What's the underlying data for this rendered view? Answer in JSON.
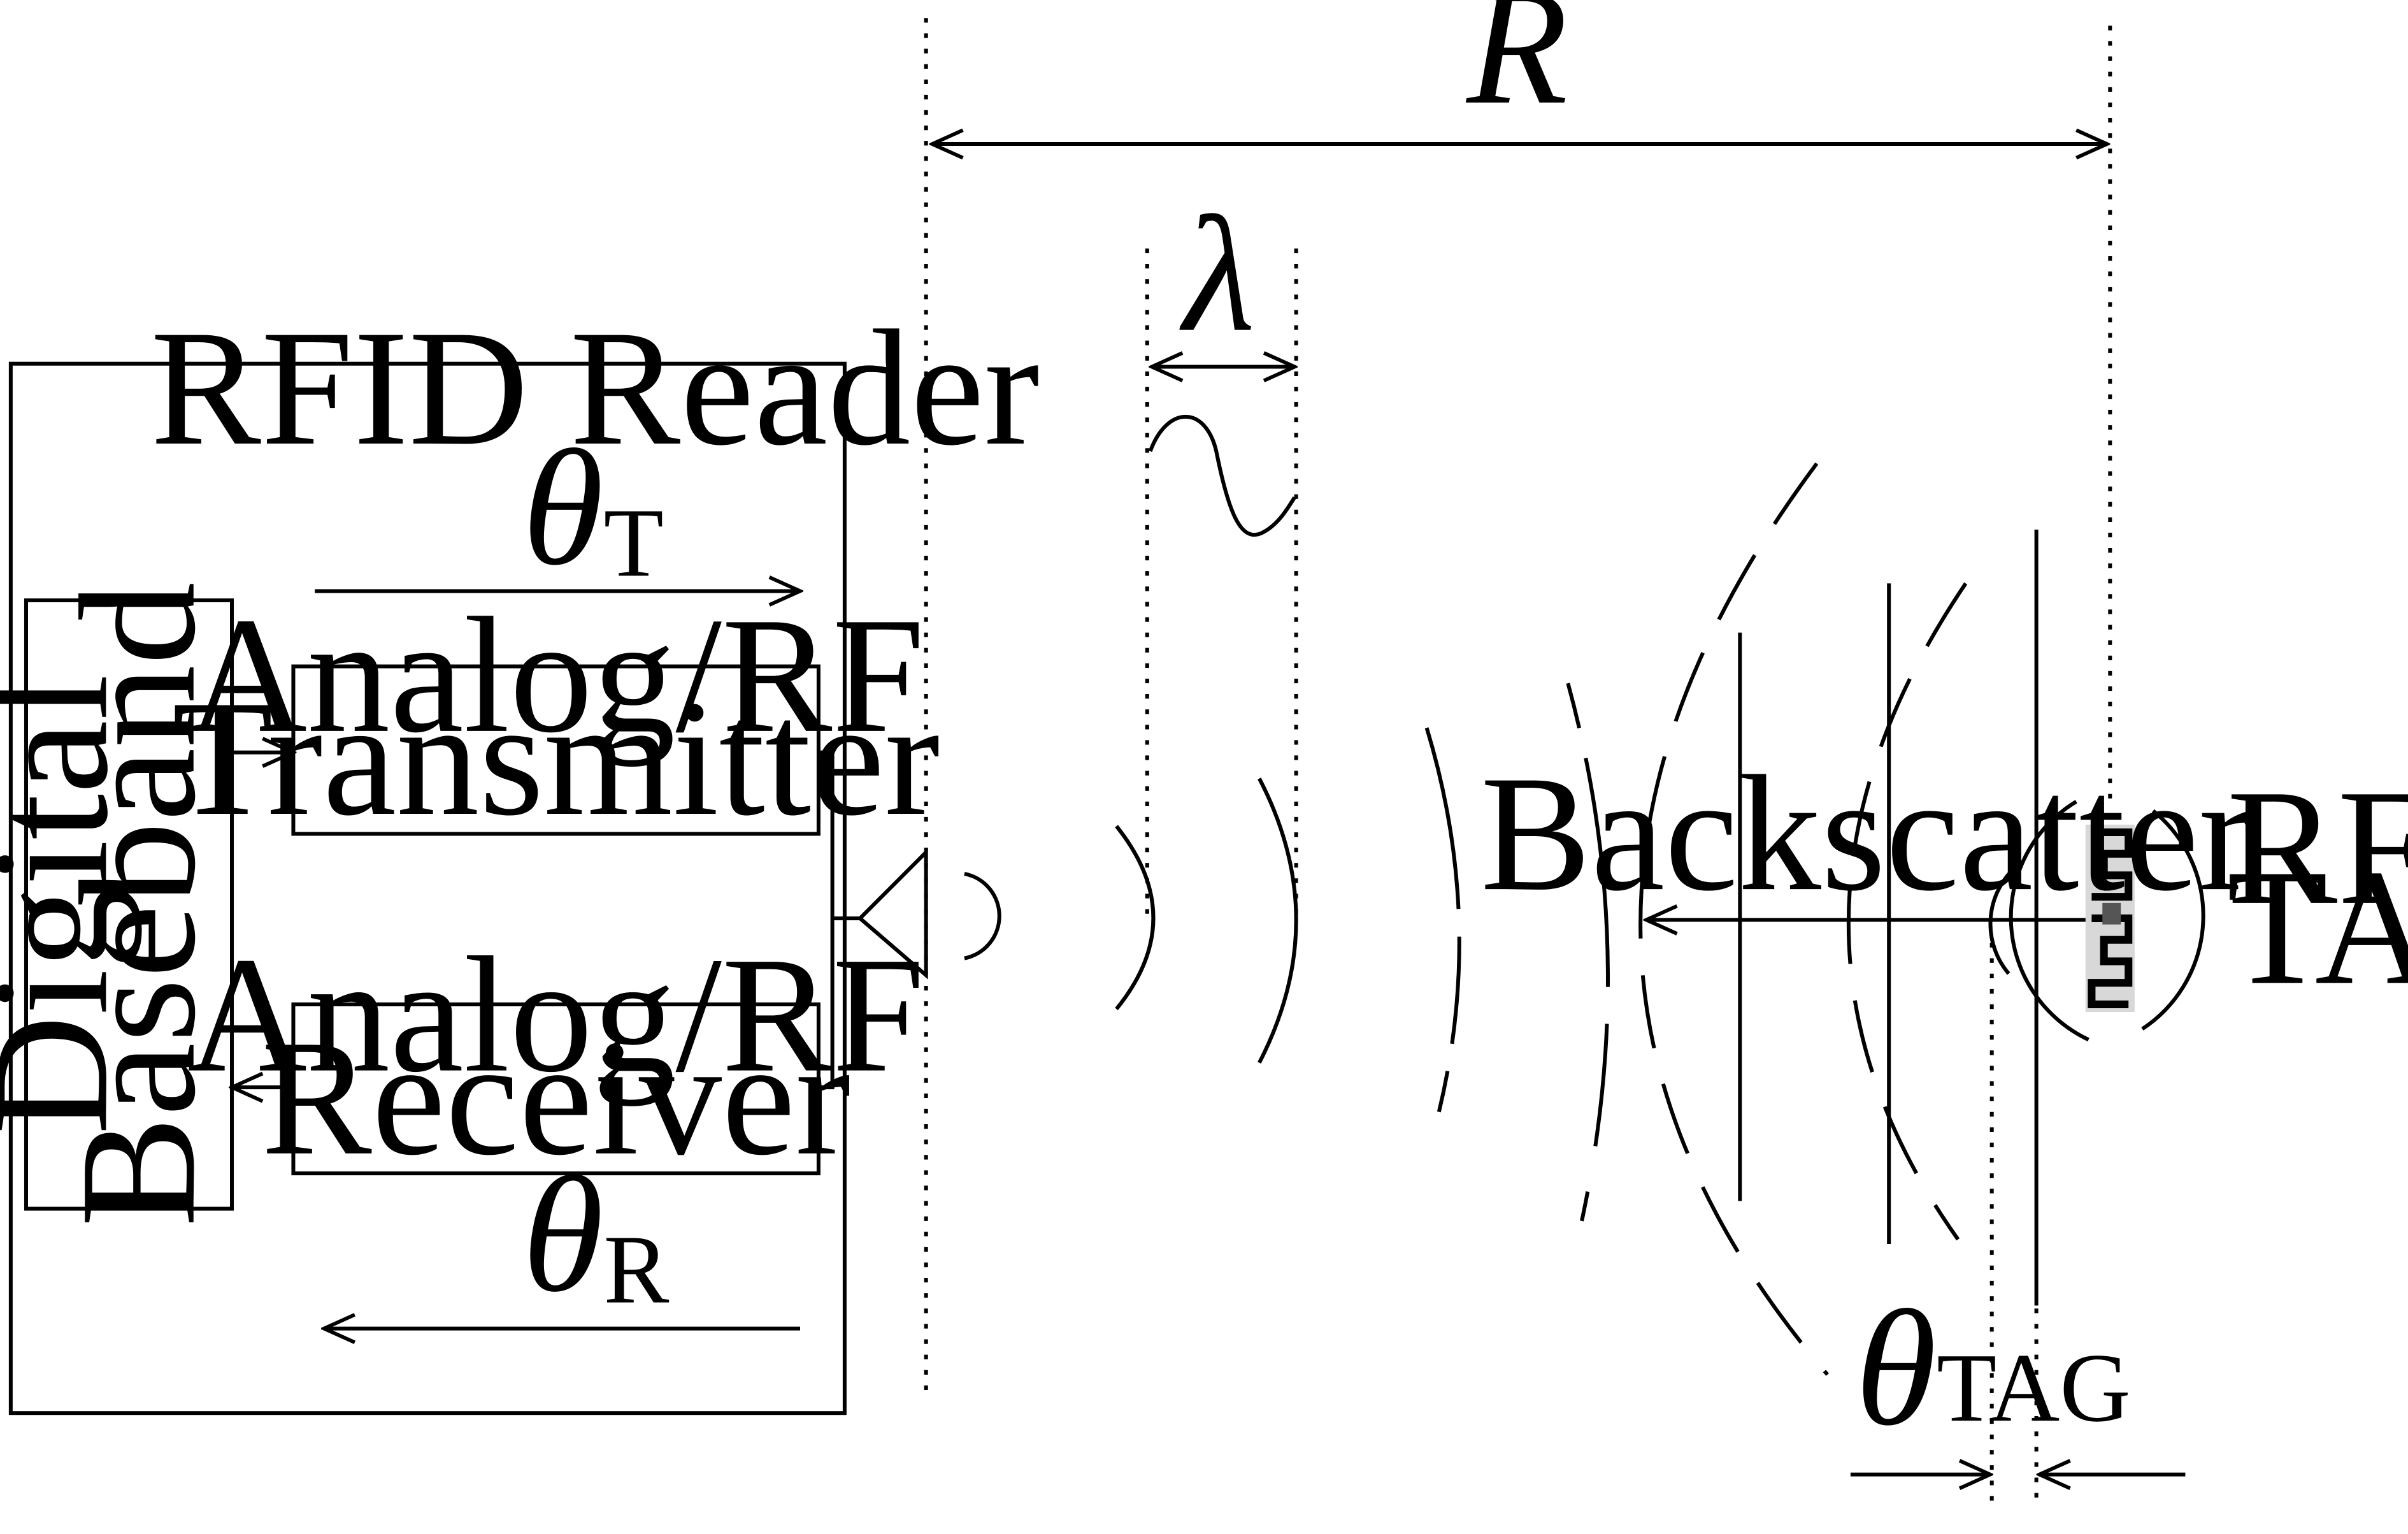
{
  "reader": {
    "title": "RFID Reader",
    "baseband": [
      "Digital",
      "Baseband"
    ],
    "transmitter": [
      "Analog/RF",
      "Transmitter"
    ],
    "receiver": [
      "Analog/RF",
      "Receiver"
    ],
    "theta_t": {
      "symbol": "θ",
      "subscript": "T"
    },
    "theta_r": {
      "symbol": "θ",
      "subscript": "R"
    }
  },
  "channel": {
    "range": "R",
    "wavelength": "λ",
    "backscatter": "Backscatter"
  },
  "tag": {
    "label": [
      "RFID",
      "TAG"
    ],
    "theta_tag": {
      "symbol": "θ",
      "subscript": "TAG"
    }
  }
}
